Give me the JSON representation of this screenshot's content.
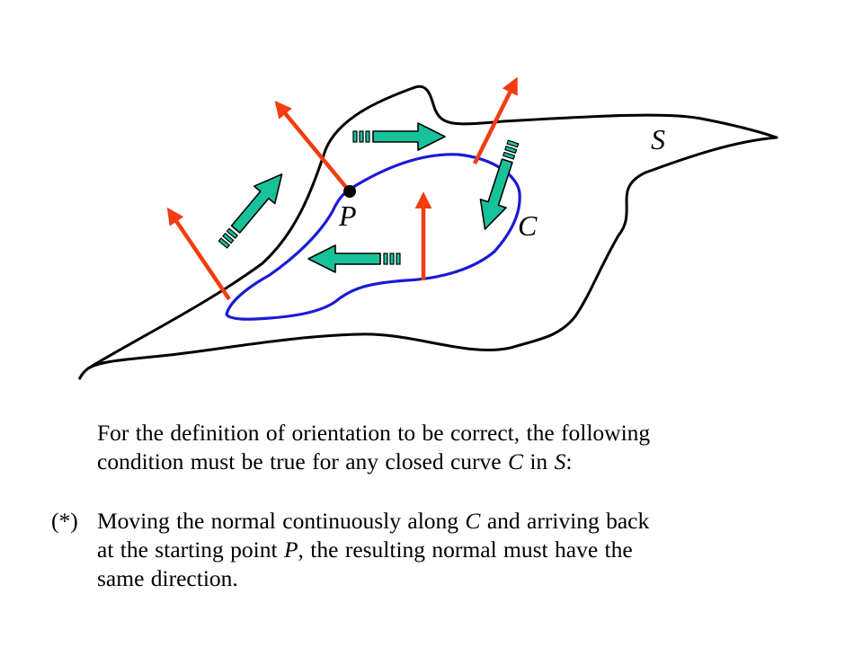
{
  "labels": {
    "surface": "S",
    "curve": "C",
    "point": "P"
  },
  "colors": {
    "surface_outline": "#000000",
    "curve": "#1a1ad6",
    "normal_vector": "#f23d0f",
    "motion_arrow": "#17c29a",
    "motion_arrow_outline": "#000000",
    "point": "#000000"
  },
  "text": {
    "para1": {
      "line1": "For the definition of orientation to be correct, the following",
      "line2_a": "condition must be true for any closed curve ",
      "line2_b": "C",
      "line2_c": " in ",
      "line2_d": "S",
      "line2_e": ":"
    },
    "marker": "(*)",
    "para2": {
      "line1_a": "Moving the normal continuously along ",
      "line1_b": "C",
      "line1_c": " and arriving back",
      "line2_a": "at the starting point ",
      "line2_b": "P",
      "line2_c": ", the resulting normal must have the",
      "line3": "same direction."
    }
  }
}
